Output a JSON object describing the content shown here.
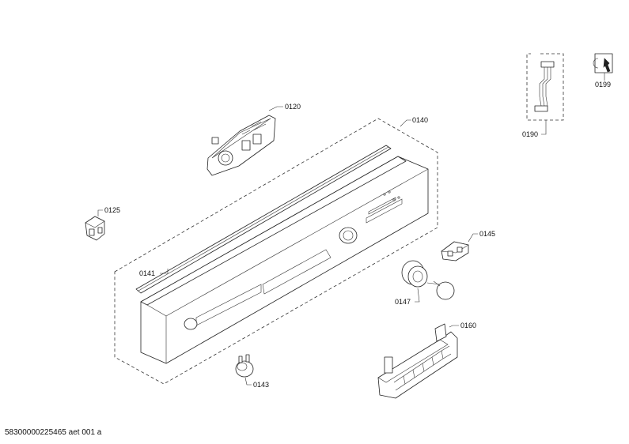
{
  "parts": {
    "p0120": "0120",
    "p0125": "0125",
    "p0140": "0140",
    "p0141": "0141",
    "p0143": "0143",
    "p0145": "0145",
    "p0147": "0147",
    "p0160": "0160",
    "p0190": "0190",
    "p0199": "0199"
  },
  "footer": {
    "drawing_number": "58300000225465 aet 001 a"
  }
}
